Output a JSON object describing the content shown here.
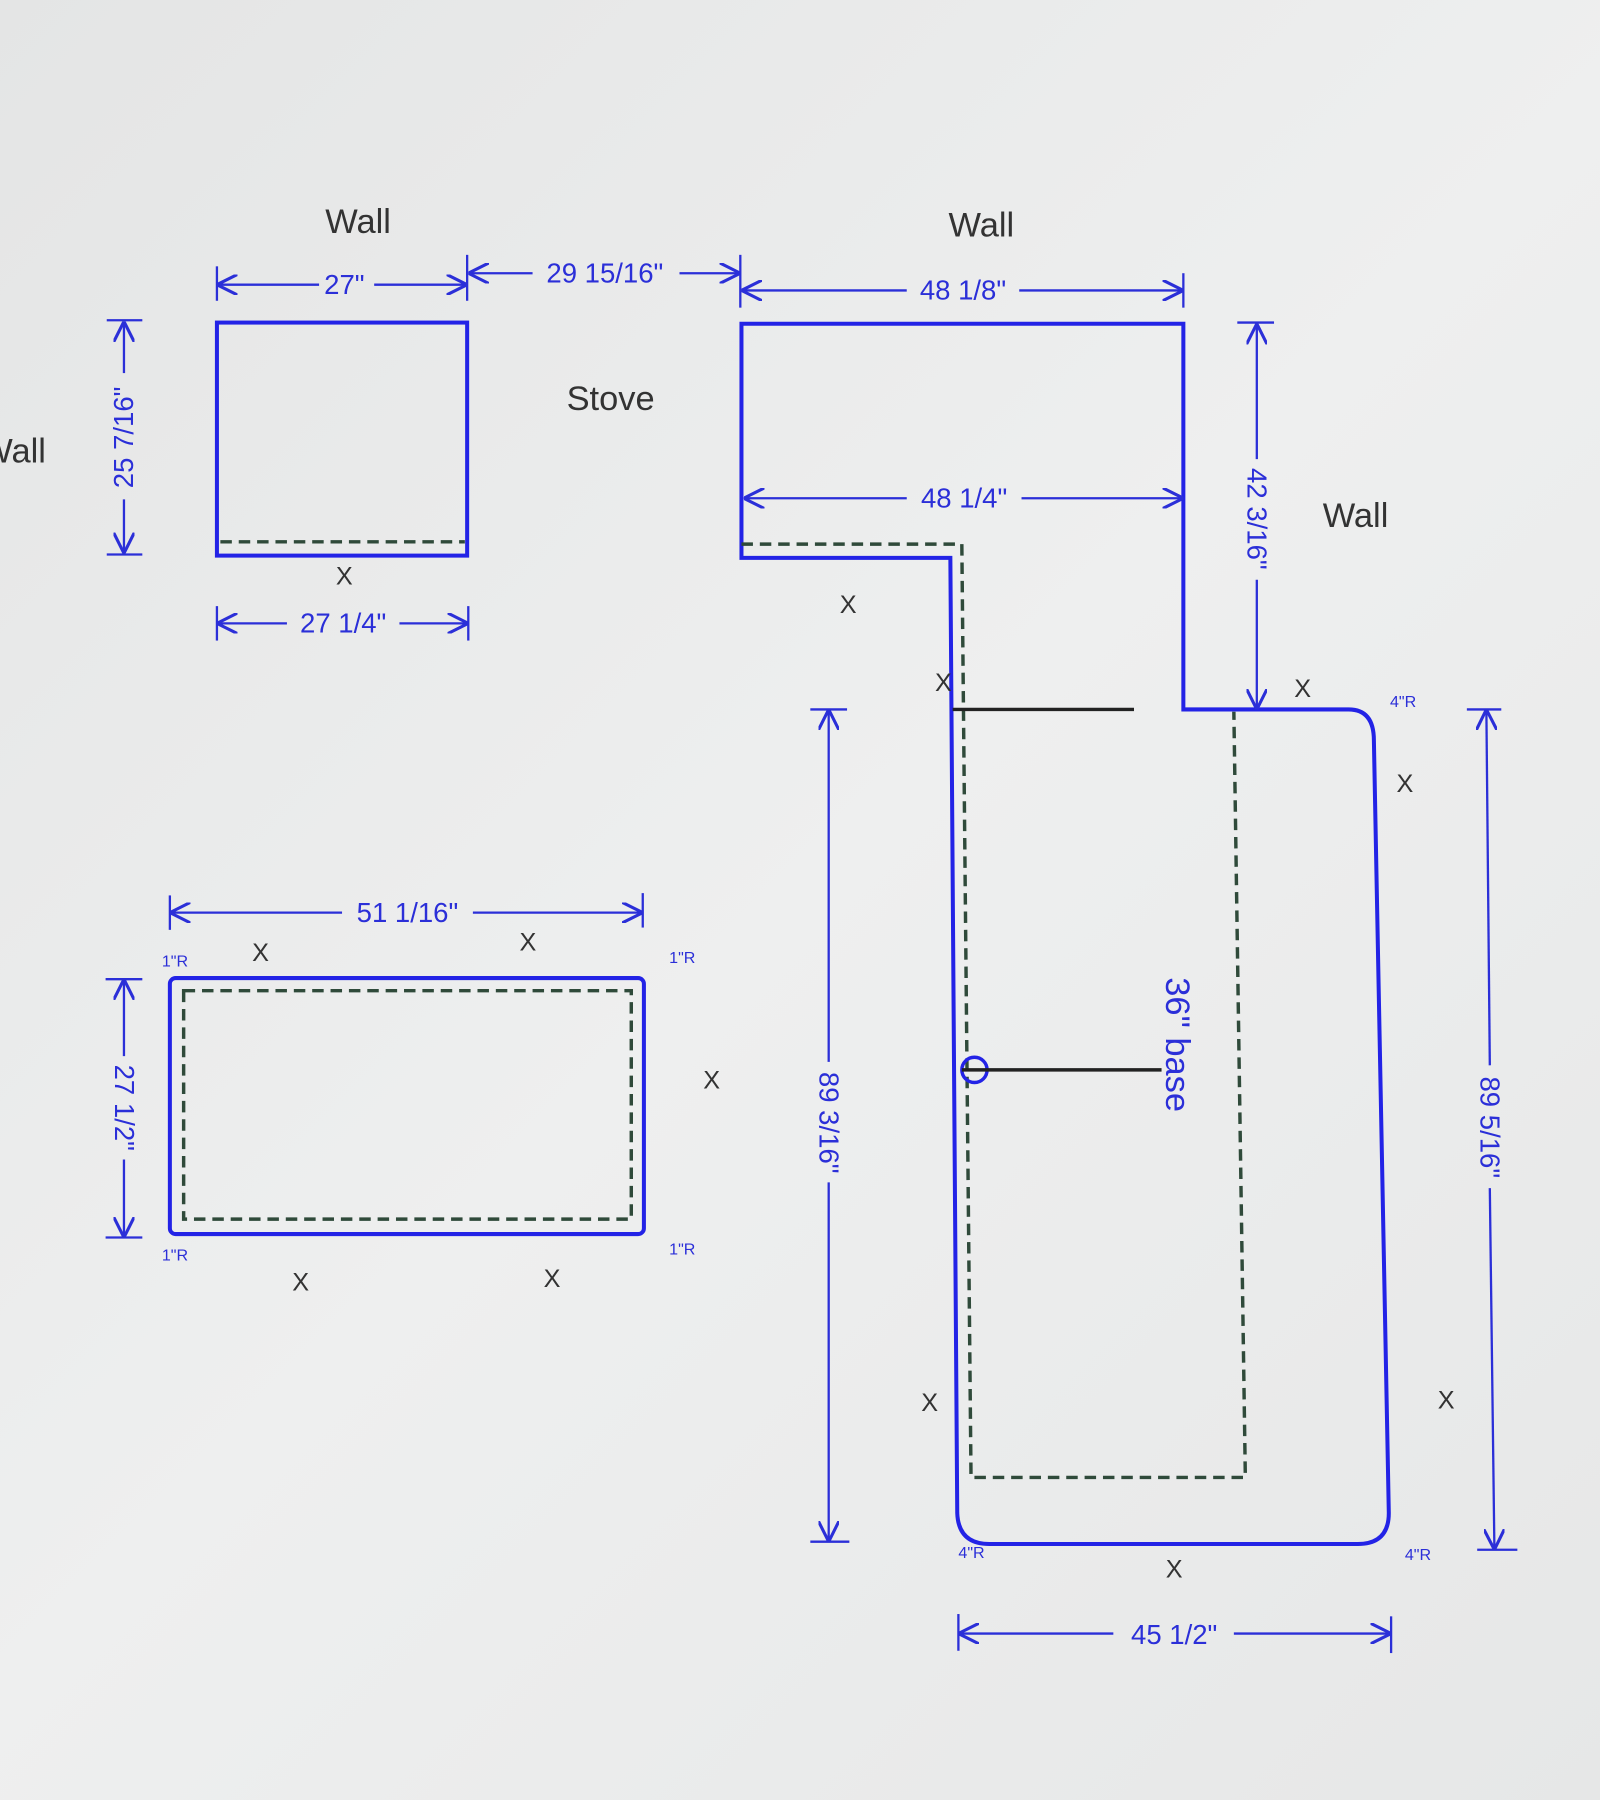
{
  "labels": {
    "wall_top_left": "Wall",
    "wall_top_right": "Wall",
    "wall_right": "Wall",
    "wall_left_clipped": "Wall",
    "stove": "Stove",
    "base": "36\" base"
  },
  "dimensions": {
    "small_top_width": "27\"",
    "stove_gap": "29 15/16\"",
    "l_top_width": "48 1/8\"",
    "small_height": "25 7/16\"",
    "small_bottom_width": "27 1/4\"",
    "l_inner_width": "48 1/4\"",
    "l_right_height": "42 3/16\"",
    "island_width": "51 1/16\"",
    "island_height": "27 1/2\"",
    "l_left_height": "89 3/16\"",
    "l_far_right_height": "89 5/16\"",
    "l_bottom_width": "45 1/2\""
  },
  "radius_labels": {
    "one_inch": "1\"R",
    "four_inch": "4\"R"
  },
  "edge_mark": "X",
  "colors": {
    "outline": "#2323e6",
    "dimension": "#2b2fd8",
    "dashed": "#2f4a3a",
    "background": "#e9eaea"
  }
}
